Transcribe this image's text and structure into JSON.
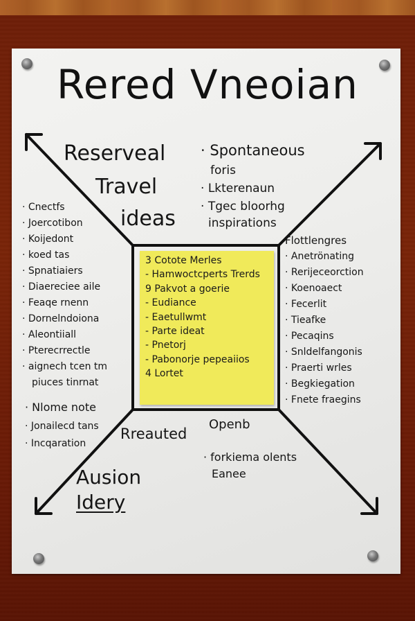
{
  "title": "Rered Vneoian",
  "colors": {
    "wall": "#6e1e08",
    "wood_strip": "#b0632a",
    "board": "#f0f0ee",
    "sticky_note": "#f0ea5a",
    "ink": "#111111"
  },
  "top_left": {
    "heading_lines": [
      "Reserveal",
      "Travel",
      "ideas"
    ]
  },
  "top_right": {
    "items": [
      "Spontaneous",
      "foris",
      "Lkterenaun",
      "Tgec bloorhg",
      "inspirations"
    ]
  },
  "left_list": {
    "items": [
      "Cnectfs",
      "Joercotibon",
      "Koijedont",
      "koed tas",
      "Spnatiaiers",
      "Diaereciee aile",
      "Feaqe rnenn",
      "Dornelndoiona",
      "Aleontiiall",
      "Pterecrrectle",
      "aignech tcen tm",
      "piuces tinrnat"
    ]
  },
  "right_list": {
    "heading": "Flottlengres",
    "items": [
      "Anetrönating",
      "Rerijeceorction",
      "Koenoaect",
      "Fecerlit",
      "Tieafke",
      "Pecaqins",
      "Snldelfangonis",
      "Praerti wrles",
      "Begkiegation",
      "Fnete fraegins"
    ]
  },
  "sticky_note": {
    "items": [
      "Cotote Merles",
      "Hamwoctcperts Trerds",
      "Pakvot a goerie",
      "Eudiance",
      "Eaetullwmt",
      "Parte ideat",
      "Pnetorj",
      "Pabonorje pepeaiios",
      "Lortet"
    ],
    "markers": [
      "3",
      "-",
      "9",
      "-",
      "-",
      "-",
      "-",
      "-",
      "4"
    ]
  },
  "bottom_left": {
    "items": [
      "Nlome note",
      "Jonailecd tans",
      "Incqaration"
    ],
    "heading_lines": [
      "Ausion",
      "Idery"
    ]
  },
  "bottom_center": {
    "label": "Rreauted"
  },
  "bottom_right": {
    "heading": "Openb",
    "items": [
      "forkiema olents",
      "Eanee"
    ]
  }
}
